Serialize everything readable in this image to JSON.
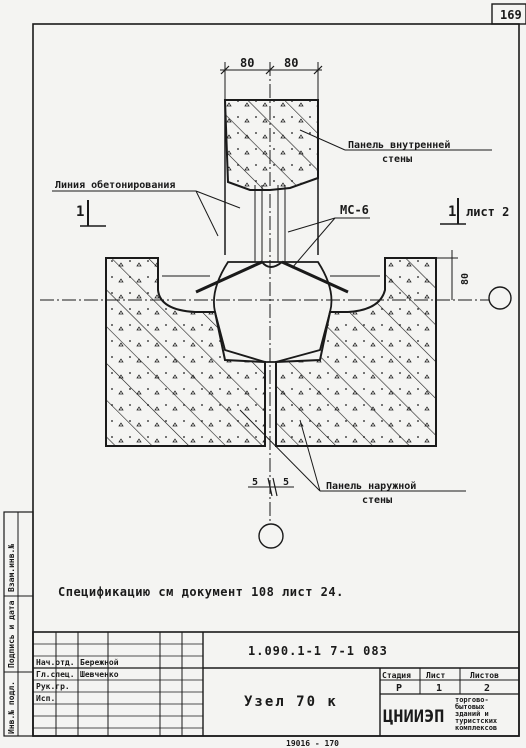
{
  "page_number": "169",
  "drawing": {
    "dim_left": "80",
    "dim_right": "80",
    "dim_side": "80",
    "dim_bottom_left": "5",
    "dim_bottom_right": "5",
    "panel_inner_line1": "Панель внутренней",
    "panel_inner_line2": "стены",
    "concrete_line_label": "Линия обетонирования",
    "mark_mc": "МС-6",
    "section_left_number": "1",
    "section_right_number": "1",
    "section_right_sheet": "лист 2",
    "panel_outer_line1": "Панель наружной",
    "panel_outer_line2": "стены"
  },
  "specification_note": "Спецификацию см документ 108 лист 24.",
  "side_stamp": {
    "col1": "Инв.№ подл.",
    "col2": "Подпись и дата",
    "col3": "Взам.инв.№"
  },
  "title_block": {
    "doc_code": "1.090.1-1 7-1 083",
    "title": "Узел 70 к",
    "org_short": "ЦНИИЭП",
    "org_full_line1": "торгово-",
    "org_full_line2": "бытовых",
    "org_full_line3": "зданий и",
    "org_full_line4": "туристских",
    "org_full_line5": "комплексов",
    "col_stage_label": "Стадия",
    "col_sheet_label": "Лист",
    "col_sheets_label": "Листов",
    "stage_value": "Р",
    "sheet_value": "1",
    "sheets_value": "2",
    "sign_row1": "Нач.отд.",
    "sign_row2": "Гл.спец.",
    "sign_row3": "Рук.гр.",
    "sign_row4": "Исп.",
    "sign_name1": "Бережной",
    "sign_name2": "Шевченко"
  },
  "footer_partial": "19016 - 170"
}
